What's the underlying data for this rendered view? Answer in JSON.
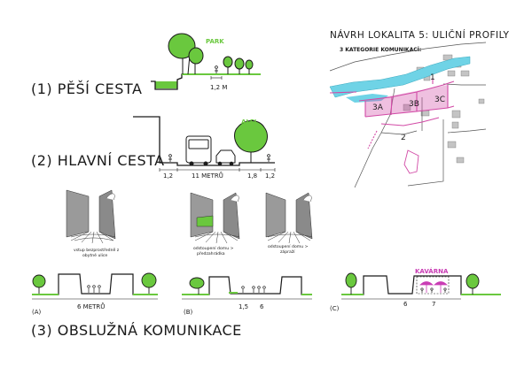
{
  "header": {
    "title": "NÁVRH LOKALITA 5: ULIČNÍ PROFILY",
    "subtitle": "3 KATEGORIE KOMUNIKACÍ:"
  },
  "map": {
    "labels": [
      "1",
      "2",
      "3A",
      "3B",
      "3C"
    ],
    "colors": {
      "water": "#6fd3e6",
      "road": "#d24aa6",
      "building": "#b9b9b9"
    }
  },
  "section1": {
    "title": "(1) PĚŠÍ CESTA",
    "tag": "PARK",
    "dim": "1,2 M"
  },
  "section2": {
    "title": "(2) HLAVNÍ CESTA",
    "tag": "ALEJ",
    "dims": [
      "1,2",
      "11 METRŮ",
      "1,8",
      "1,2"
    ]
  },
  "section3": {
    "title": "(3) OBSLUŽNÁ KOMUNIKACE",
    "captions": [
      [
        "vstup bezprostředně z",
        "obytné ulice"
      ],
      [
        "odstoupení domu >",
        "předzahrádka"
      ],
      [
        "odstoupení domu >",
        "zápraží"
      ]
    ],
    "variants": [
      {
        "label": "(A)",
        "dims": [
          "6 METRŮ"
        ]
      },
      {
        "label": "(B)",
        "dims": [
          "1,5",
          "6"
        ]
      },
      {
        "label": "(C)",
        "dims": [
          "6",
          "7"
        ],
        "tag": "KAVÁRNA"
      }
    ]
  },
  "colors": {
    "green": "#6ac83e",
    "magenta": "#c93cb4",
    "ink": "#1a1a1a"
  }
}
